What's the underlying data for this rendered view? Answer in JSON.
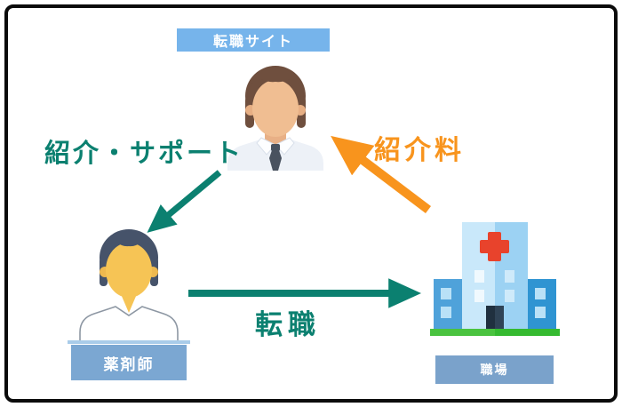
{
  "diagram": {
    "description": "Referral flow diagram between a job-change site, a pharmacist and a workplace",
    "nodes": {
      "site": {
        "label": "転職サイト",
        "box_color": "#76B4EB",
        "icon": "businessman-avatar-icon"
      },
      "pharmacist": {
        "label": "薬剤師",
        "box_color": "#7BA7D2",
        "icon": "pharmacist-avatar-icon"
      },
      "workplace": {
        "label": "職場",
        "box_color": "#7AA2CB",
        "icon": "hospital-icon"
      }
    },
    "edges": {
      "support": {
        "label": "紹介・サポート",
        "color": "#0B8070",
        "from": "転職サイト",
        "to": "薬剤師"
      },
      "fee": {
        "label": "紹介料",
        "color": "#F8941D",
        "from": "職場",
        "to": "転職サイト"
      },
      "job_change": {
        "label": "転職",
        "color": "#0B8070",
        "from": "薬剤師",
        "to": "職場"
      }
    },
    "colors": {
      "frame_border": "#0b0b0b",
      "background": "#ffffff",
      "label_text": "#ffffff",
      "teal_arrow": "#0B8070",
      "orange_arrow": "#F8941D",
      "hospital_cross": "#E8432C",
      "hospital_grass": "#4AC33F"
    }
  }
}
